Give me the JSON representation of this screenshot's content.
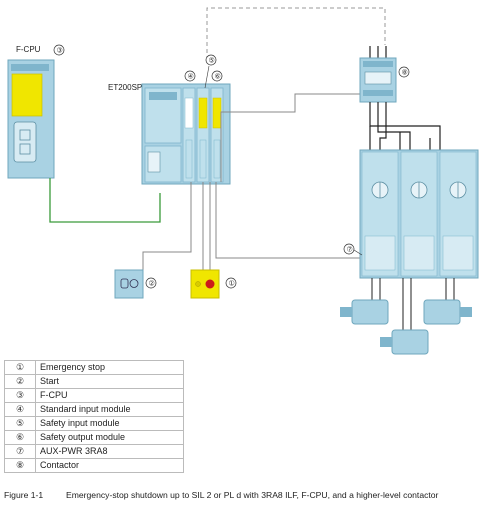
{
  "diagram": {
    "labels": {
      "fcpu": "F-CPU",
      "et200sp": "ET200SP"
    },
    "callouts": {
      "emergency_stop": "①",
      "start": "②",
      "fcpu": "③",
      "standard_input": "④",
      "safety_input": "⑤",
      "safety_output": "⑥",
      "aux_pwr": "⑦",
      "contactor": "⑧"
    },
    "colors": {
      "module": "#a9d2e3",
      "module_dark": "#7fb5cc",
      "safety_yellow": "#f0e600",
      "estop_red": "#cc1a1a",
      "profinet": "#3a9a3a",
      "wire": "#888888",
      "power": "#222222"
    }
  },
  "legend": [
    {
      "num": "①",
      "text": "Emergency stop"
    },
    {
      "num": "②",
      "text": "Start"
    },
    {
      "num": "③",
      "text": "F-CPU"
    },
    {
      "num": "④",
      "text": "Standard input module"
    },
    {
      "num": "⑤",
      "text": "Safety input module"
    },
    {
      "num": "⑥",
      "text": "Safety output module"
    },
    {
      "num": "⑦",
      "text": "AUX-PWR 3RA8"
    },
    {
      "num": "⑧",
      "text": "Contactor"
    }
  ],
  "caption": {
    "figure": "Figure 1-1",
    "text": "Emergency-stop shutdown up to SIL 2 or PL d with 3RA8 ILF, F-CPU, and a higher-level contactor"
  }
}
